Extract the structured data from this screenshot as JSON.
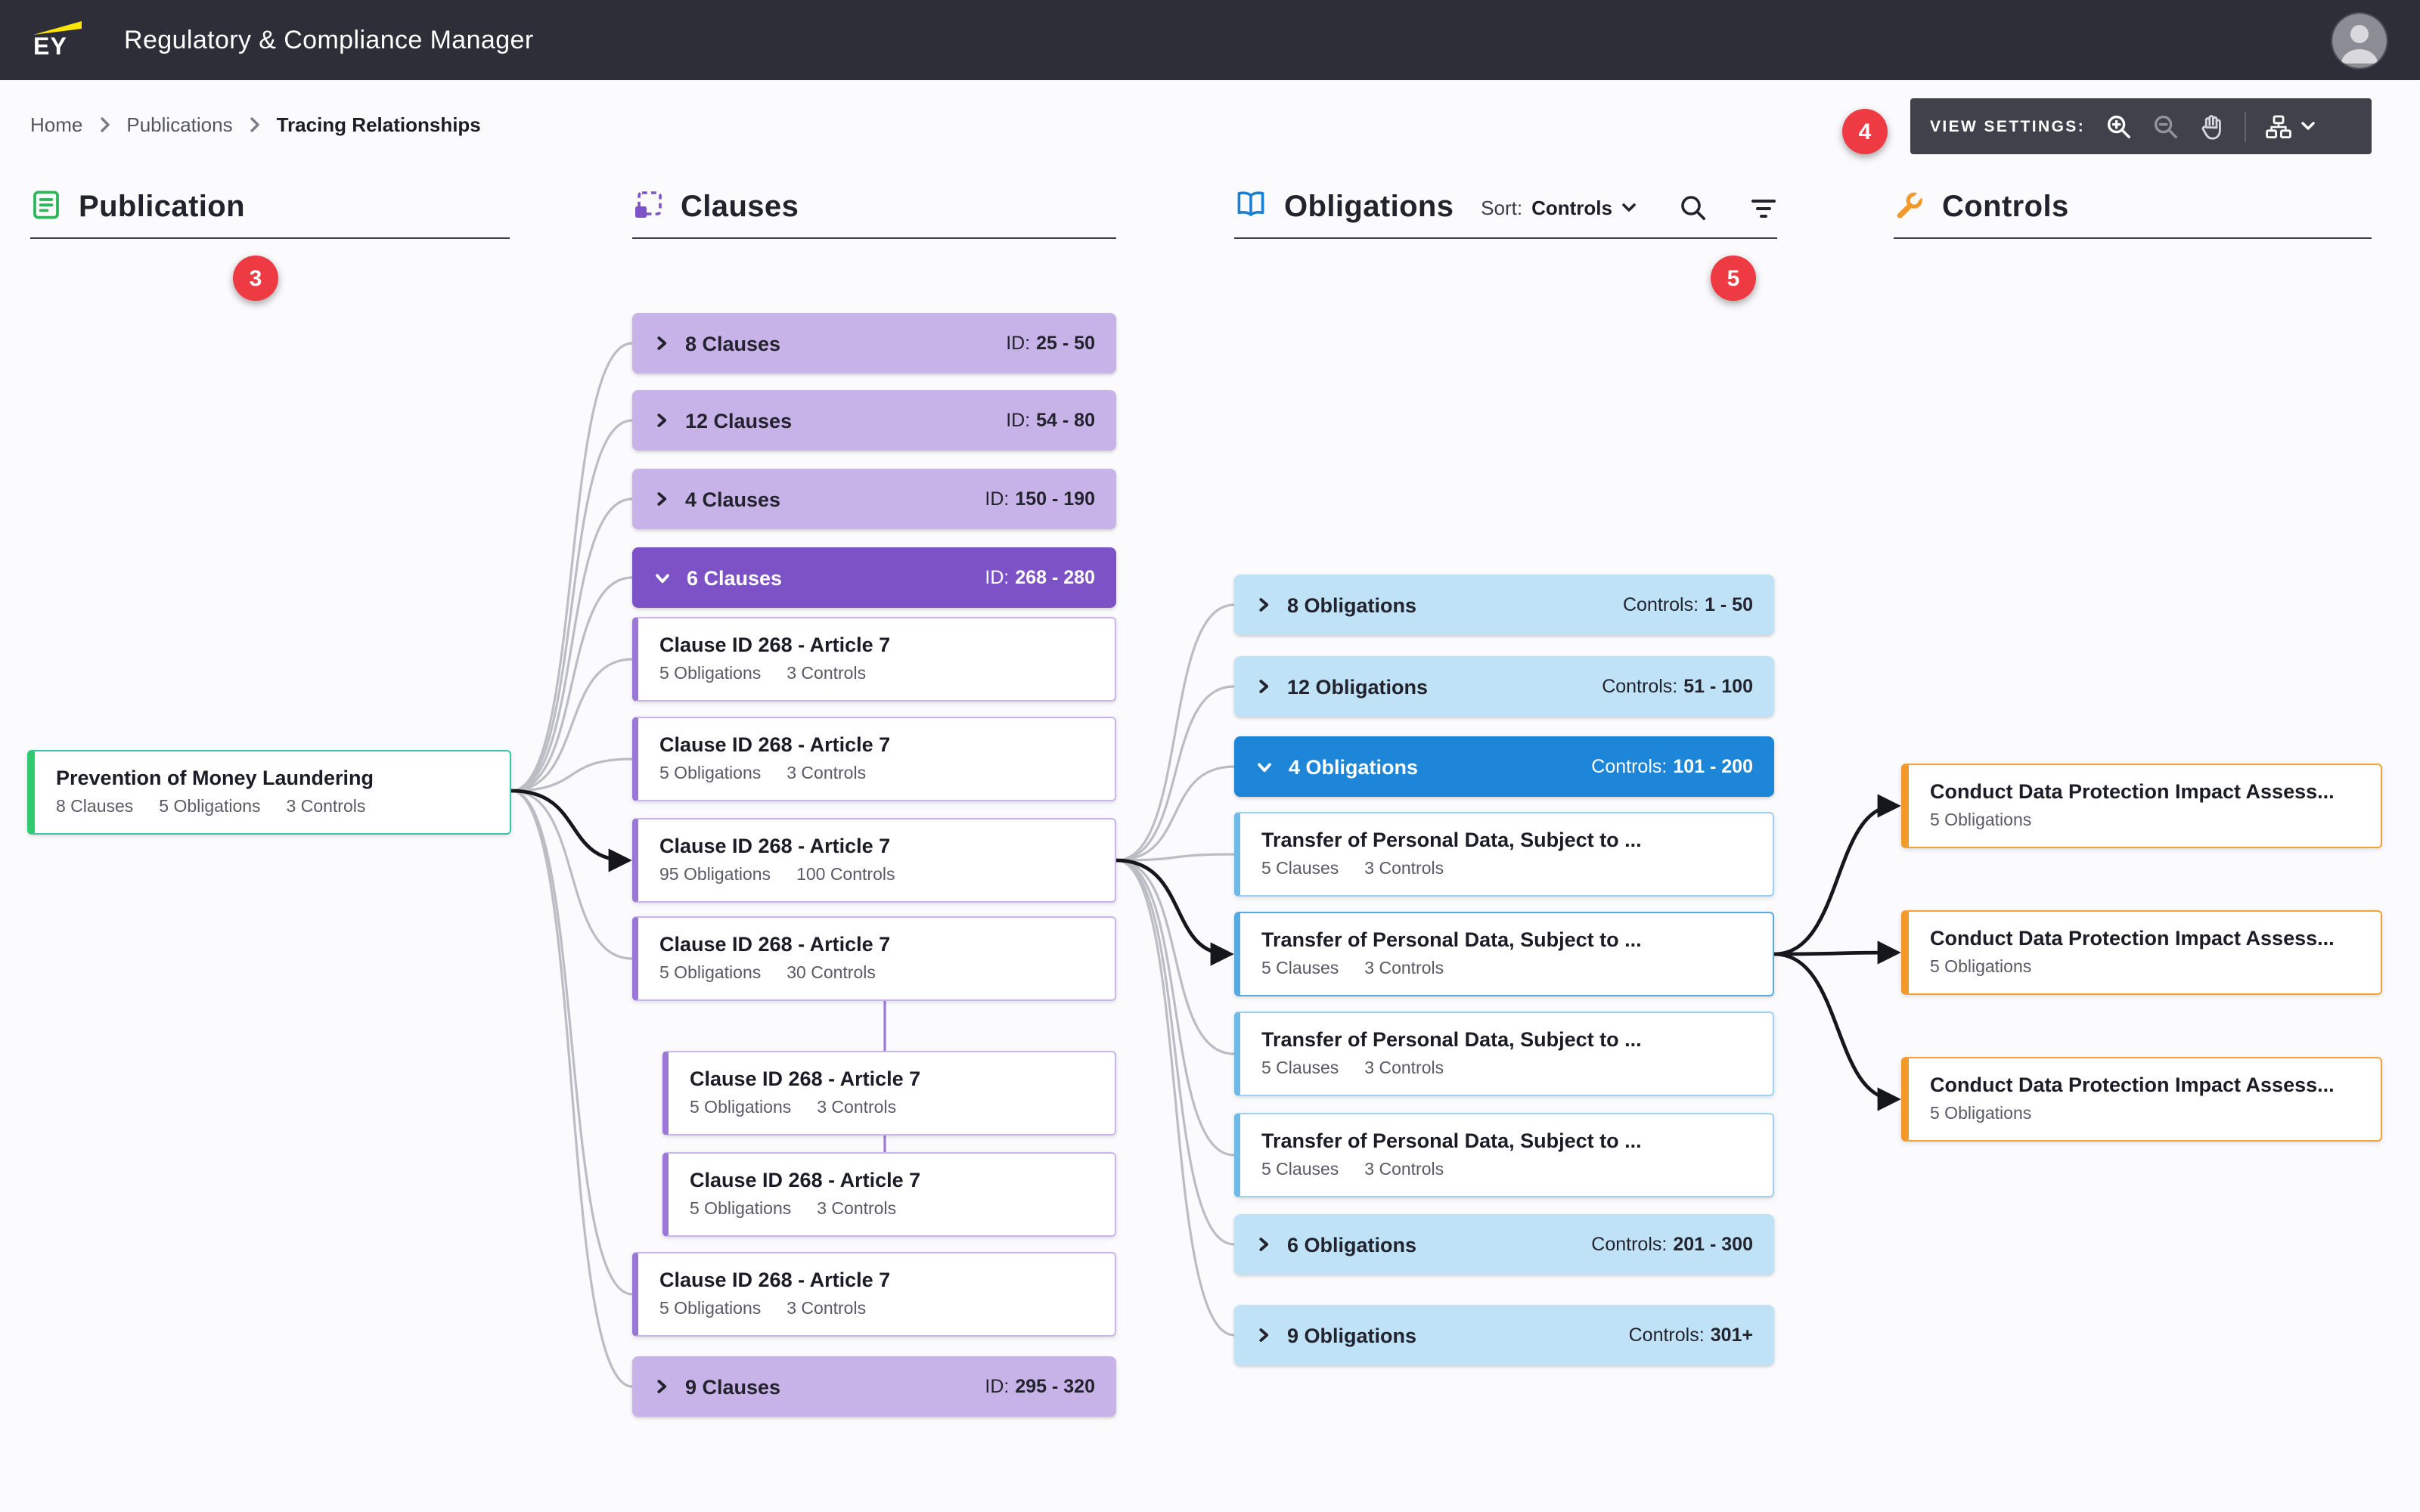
{
  "app": {
    "logo_text": "EY",
    "title": "Regulatory & Compliance Manager"
  },
  "breadcrumb": {
    "items": [
      "Home",
      "Publications",
      "Tracing Relationships"
    ]
  },
  "view_settings": {
    "label": "VIEW SETTINGS:"
  },
  "annotations": {
    "step3": "3",
    "step4": "4",
    "step5": "5"
  },
  "columns": {
    "publication": {
      "title": "Publication"
    },
    "clauses": {
      "title": "Clauses"
    },
    "obligations": {
      "title": "Obligations",
      "sort_prefix": "Sort:",
      "sort_value": "Controls"
    },
    "controls": {
      "title": "Controls"
    }
  },
  "publication": {
    "title": "Prevention of Money Laundering",
    "stats": [
      "8 Clauses",
      "5 Obligations",
      "3 Controls"
    ]
  },
  "clauses": {
    "groups": [
      {
        "label": "8 Clauses",
        "range_prefix": "ID:",
        "range_value": "25 - 50"
      },
      {
        "label": "12 Clauses",
        "range_prefix": "ID:",
        "range_value": "54 - 80"
      },
      {
        "label": "4 Clauses",
        "range_prefix": "ID:",
        "range_value": "150 - 190"
      },
      {
        "label": "6 Clauses",
        "range_prefix": "ID:",
        "range_value": "268 - 280"
      },
      {
        "label": "9 Clauses",
        "range_prefix": "ID:",
        "range_value": "295 - 320"
      }
    ],
    "items": [
      {
        "title": "Clause ID 268 - Article 7",
        "stats": [
          "5 Obligations",
          "3 Controls"
        ]
      },
      {
        "title": "Clause ID 268 - Article 7",
        "stats": [
          "5 Obligations",
          "3 Controls"
        ]
      },
      {
        "title": "Clause ID 268 - Article 7",
        "stats": [
          "95 Obligations",
          "100 Controls"
        ]
      },
      {
        "title": "Clause ID 268 - Article 7",
        "stats": [
          "5 Obligations",
          "30 Controls"
        ]
      },
      {
        "title": "Clause ID 268 - Article 7",
        "stats": [
          "5 Obligations",
          "3 Controls"
        ]
      },
      {
        "title": "Clause ID 268 - Article 7",
        "stats": [
          "5 Obligations",
          "3 Controls"
        ]
      },
      {
        "title": "Clause ID 268 - Article 7",
        "stats": [
          "5 Obligations",
          "3 Controls"
        ]
      }
    ]
  },
  "obligations": {
    "groups": [
      {
        "label": "8 Obligations",
        "range_prefix": "Controls:",
        "range_value": "1 - 50"
      },
      {
        "label": "12 Obligations",
        "range_prefix": "Controls:",
        "range_value": "51 - 100"
      },
      {
        "label": "4 Obligations",
        "range_prefix": "Controls:",
        "range_value": "101 - 200"
      },
      {
        "label": "6 Obligations",
        "range_prefix": "Controls:",
        "range_value": "201 - 300"
      },
      {
        "label": "9 Obligations",
        "range_prefix": "Controls:",
        "range_value": "301+"
      }
    ],
    "items": [
      {
        "title": "Transfer of Personal Data, Subject to ...",
        "stats": [
          "5 Clauses",
          "3 Controls"
        ]
      },
      {
        "title": "Transfer of Personal Data, Subject to ...",
        "stats": [
          "5 Clauses",
          "3 Controls"
        ]
      },
      {
        "title": "Transfer of Personal Data, Subject to ...",
        "stats": [
          "5 Clauses",
          "3 Controls"
        ]
      },
      {
        "title": "Transfer of Personal Data, Subject to ...",
        "stats": [
          "5 Clauses",
          "3 Controls"
        ]
      }
    ]
  },
  "controls": {
    "items": [
      {
        "title": "Conduct Data Protection Impact Assess...",
        "stats": [
          "5 Obligations"
        ]
      },
      {
        "title": "Conduct Data Protection Impact Assess...",
        "stats": [
          "5 Obligations"
        ]
      },
      {
        "title": "Conduct Data Protection Impact Assess...",
        "stats": [
          "5 Obligations"
        ]
      }
    ]
  }
}
